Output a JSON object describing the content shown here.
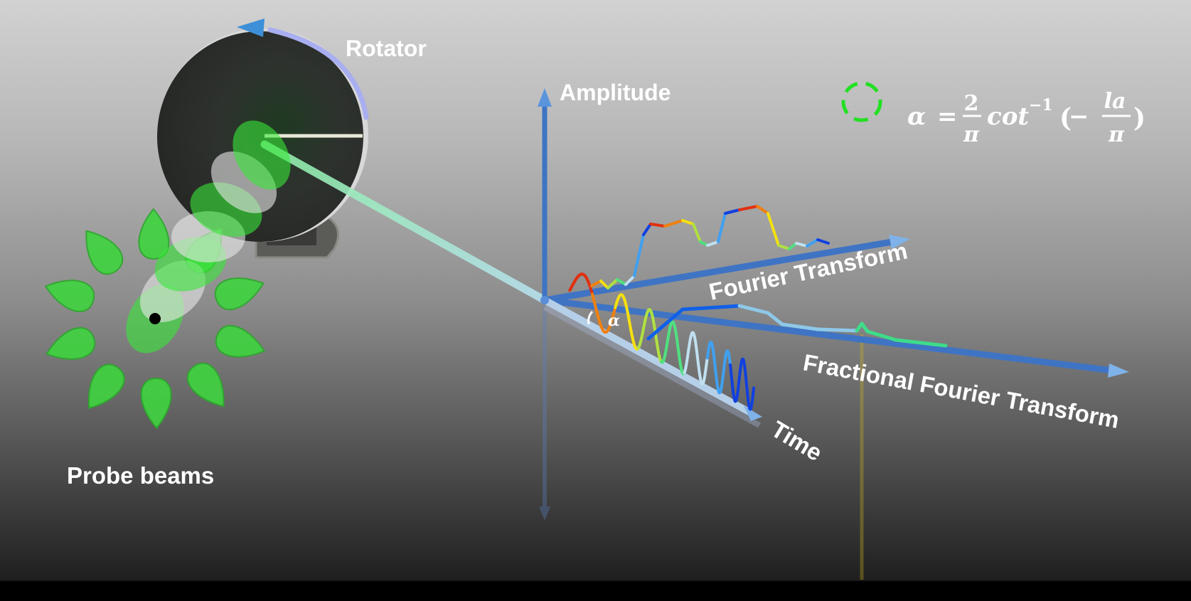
{
  "labels": {
    "rotator": "Rotator",
    "probe_beams": "Probe beams",
    "amplitude": "Amplitude",
    "fourier_transform": "Fourier Transform",
    "fractional_fourier_transform": "Fractional Fourier Transform",
    "time": "Time",
    "angle": "α"
  },
  "formula": {
    "lhs": "α",
    "equals": "=",
    "coef_num": "2",
    "coef_den": "π",
    "func": "cot",
    "sup": "−1",
    "open": "(",
    "minus": "−",
    "arg_num": "la",
    "arg_den": "π",
    "close": ")"
  },
  "colors": {
    "axis": "#3f74c4",
    "beam": "#9fe3b8",
    "petal": "#3fdc3f",
    "highlight_circle": "#22e022",
    "rotation_arrow": "#9fa8ee"
  }
}
